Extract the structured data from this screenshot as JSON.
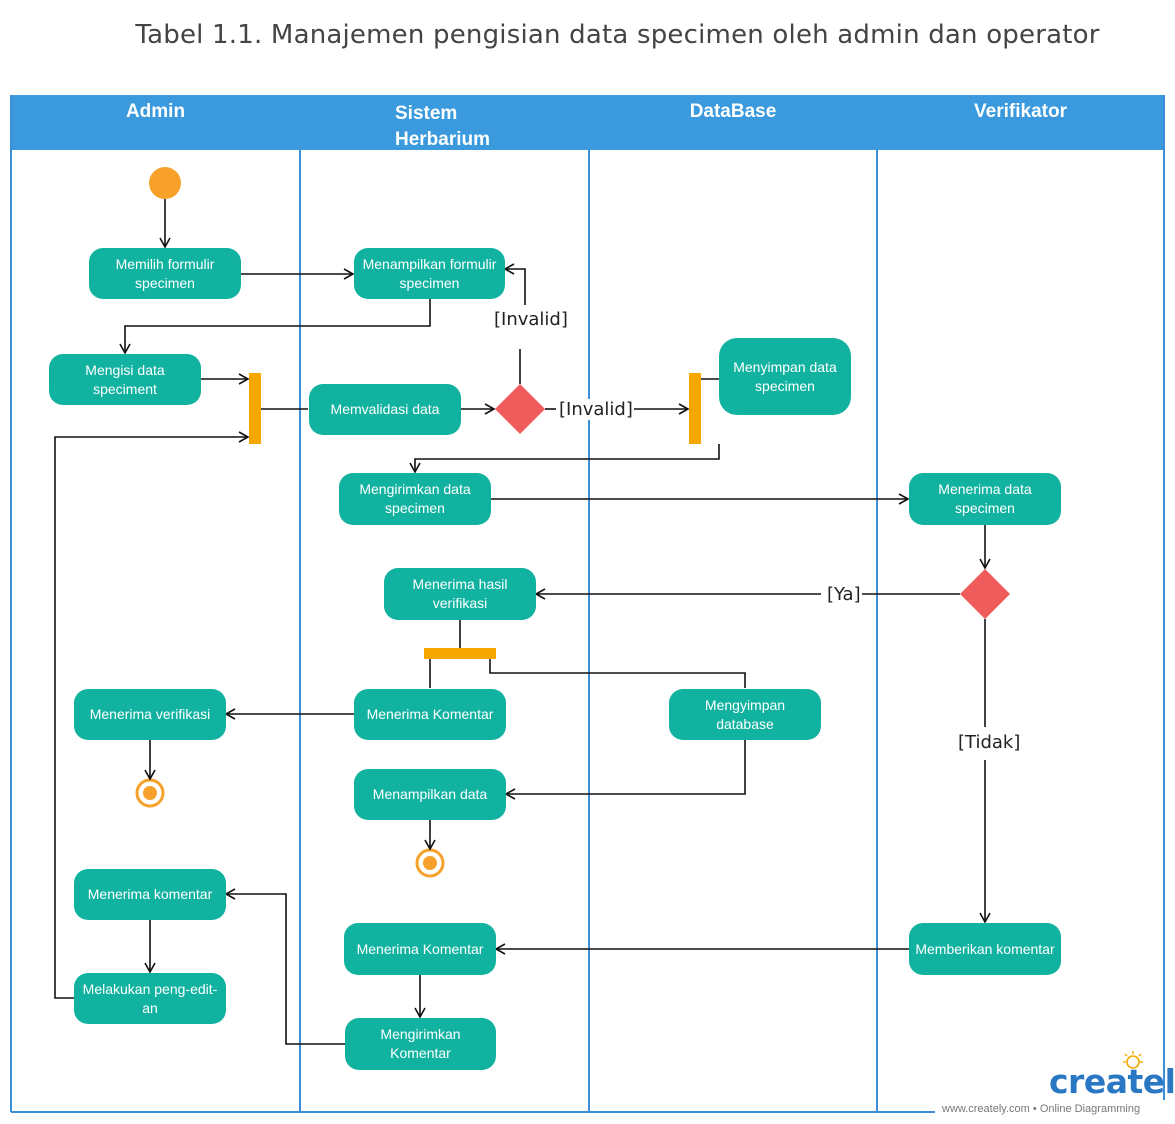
{
  "title": "Tabel 1.1. Manajemen pengisian  data specimen oleh admin dan operator",
  "colors": {
    "header": "#3a9add",
    "activity": "#12b2a0",
    "decision": "#ef5b5b",
    "bar": "#f6a800",
    "start": "#f7a12b"
  },
  "lanes": [
    "Admin",
    "Sistem\nHerbarium",
    "DataBase",
    "Verifikator"
  ],
  "activities": {
    "memilih": "Memilih formulir specimen",
    "menampilkan_formulir": "Menampilkan formulir    specimen",
    "mengisi": "Mengisi data speciment",
    "memvalidasi": "Memvalidasi data",
    "menyimpan": "Menyimpan data specimen",
    "mengirimkan_data": "Mengirimkan data specimen",
    "menerima_data": "Menerima data specimen",
    "menerima_hasil": "Menerima hasil verifikasi",
    "menerima_verifikasi": "Menerima verifikasi",
    "menerima_komentar_sys": "Menerima Komentar",
    "mengyimpan_db": "Mengyimpan database",
    "menampilkan_data": "Menampilkan data",
    "menerima_komentar_admin": "Menerima komentar",
    "melakukan_edit": "Melakukan peng-edit-an",
    "menerima_komentar_sys2": "Menerima Komentar",
    "memberikan_komentar": "Memberikan komentar",
    "mengirimkan_komentar": "Mengirimkan Komentar"
  },
  "guards": {
    "invalid_top": "[Invalid]",
    "invalid_mid": "[Invalid]",
    "ya": "[Ya]",
    "tidak": "[Tidak]"
  },
  "watermark": {
    "brand": "creately",
    "url": "www.creately.com",
    "sep": "•",
    "tagline": "Online Diagramming"
  }
}
